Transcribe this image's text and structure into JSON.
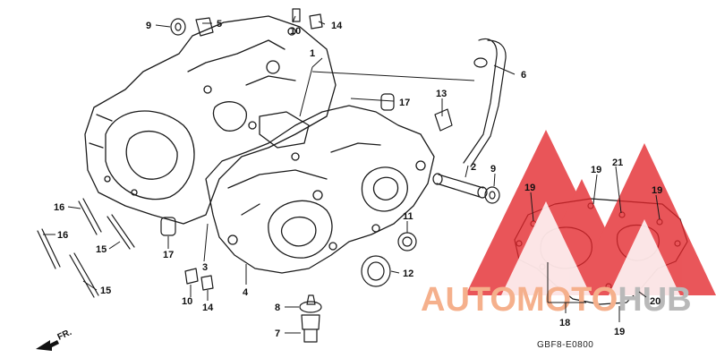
{
  "diagram": {
    "drawing_code": "GBF8-E0800",
    "front_marker": "FR.",
    "callouts": [
      {
        "id": "c9a",
        "label": "9"
      },
      {
        "id": "c5",
        "label": "5"
      },
      {
        "id": "c10a",
        "label": "10"
      },
      {
        "id": "c14a",
        "label": "14"
      },
      {
        "id": "c1",
        "label": "1"
      },
      {
        "id": "c6",
        "label": "6"
      },
      {
        "id": "c17a",
        "label": "17"
      },
      {
        "id": "c13",
        "label": "13"
      },
      {
        "id": "c2",
        "label": "2"
      },
      {
        "id": "c9b",
        "label": "9"
      },
      {
        "id": "c11",
        "label": "11"
      },
      {
        "id": "c12",
        "label": "12"
      },
      {
        "id": "c16a",
        "label": "16"
      },
      {
        "id": "c16b",
        "label": "16"
      },
      {
        "id": "c15a",
        "label": "15"
      },
      {
        "id": "c15b",
        "label": "15"
      },
      {
        "id": "c17b",
        "label": "17"
      },
      {
        "id": "c3",
        "label": "3"
      },
      {
        "id": "c4",
        "label": "4"
      },
      {
        "id": "c10b",
        "label": "10"
      },
      {
        "id": "c14b",
        "label": "14"
      },
      {
        "id": "c8",
        "label": "8"
      },
      {
        "id": "c7",
        "label": "7"
      },
      {
        "id": "c19a",
        "label": "19"
      },
      {
        "id": "c19b",
        "label": "19"
      },
      {
        "id": "c21",
        "label": "21"
      },
      {
        "id": "c19c",
        "label": "19"
      },
      {
        "id": "c18",
        "label": "18"
      },
      {
        "id": "c19d",
        "label": "19"
      },
      {
        "id": "c20",
        "label": "20"
      }
    ]
  },
  "watermark": {
    "text_part1": "AUTOMOTO",
    "text_part2": "HUB",
    "color_primary": "#f5b08c",
    "color_secondary": "#b9b9b9",
    "triangle_color": "#e3262b"
  }
}
